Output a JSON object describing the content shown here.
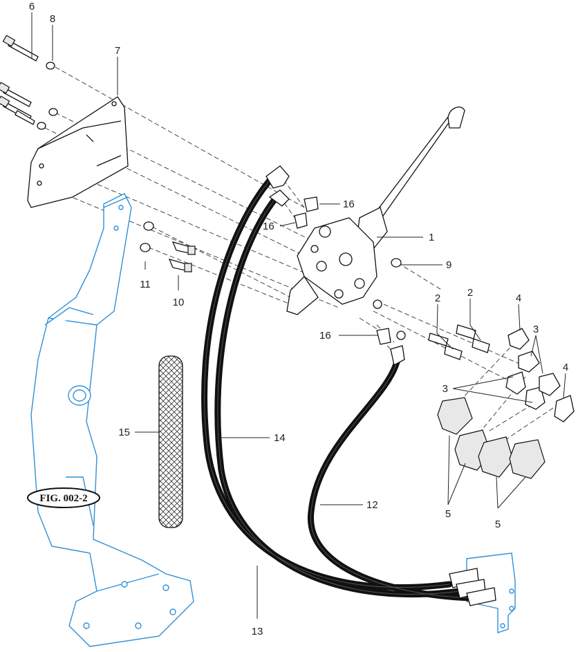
{
  "diagram": {
    "figure_ref": "FIG. 002-2",
    "callouts": [
      {
        "id": "c1",
        "text": "1"
      },
      {
        "id": "c2a",
        "text": "2"
      },
      {
        "id": "c2b",
        "text": "2"
      },
      {
        "id": "c3a",
        "text": "3"
      },
      {
        "id": "c3b",
        "text": "3"
      },
      {
        "id": "c4a",
        "text": "4"
      },
      {
        "id": "c4b",
        "text": "4"
      },
      {
        "id": "c5a",
        "text": "5"
      },
      {
        "id": "c5b",
        "text": "5"
      },
      {
        "id": "c6",
        "text": "6"
      },
      {
        "id": "c7",
        "text": "7"
      },
      {
        "id": "c8",
        "text": "8"
      },
      {
        "id": "c9",
        "text": "9"
      },
      {
        "id": "c10",
        "text": "10"
      },
      {
        "id": "c11",
        "text": "11"
      },
      {
        "id": "c12",
        "text": "12"
      },
      {
        "id": "c13",
        "text": "13"
      },
      {
        "id": "c14",
        "text": "14"
      },
      {
        "id": "c15",
        "text": "15"
      },
      {
        "id": "c16a",
        "text": "16"
      },
      {
        "id": "c16b",
        "text": "16"
      },
      {
        "id": "c16c",
        "text": "16"
      }
    ],
    "colors": {
      "line": "#111111",
      "reference_part": "#2f8fd8",
      "background": "#ffffff"
    }
  }
}
